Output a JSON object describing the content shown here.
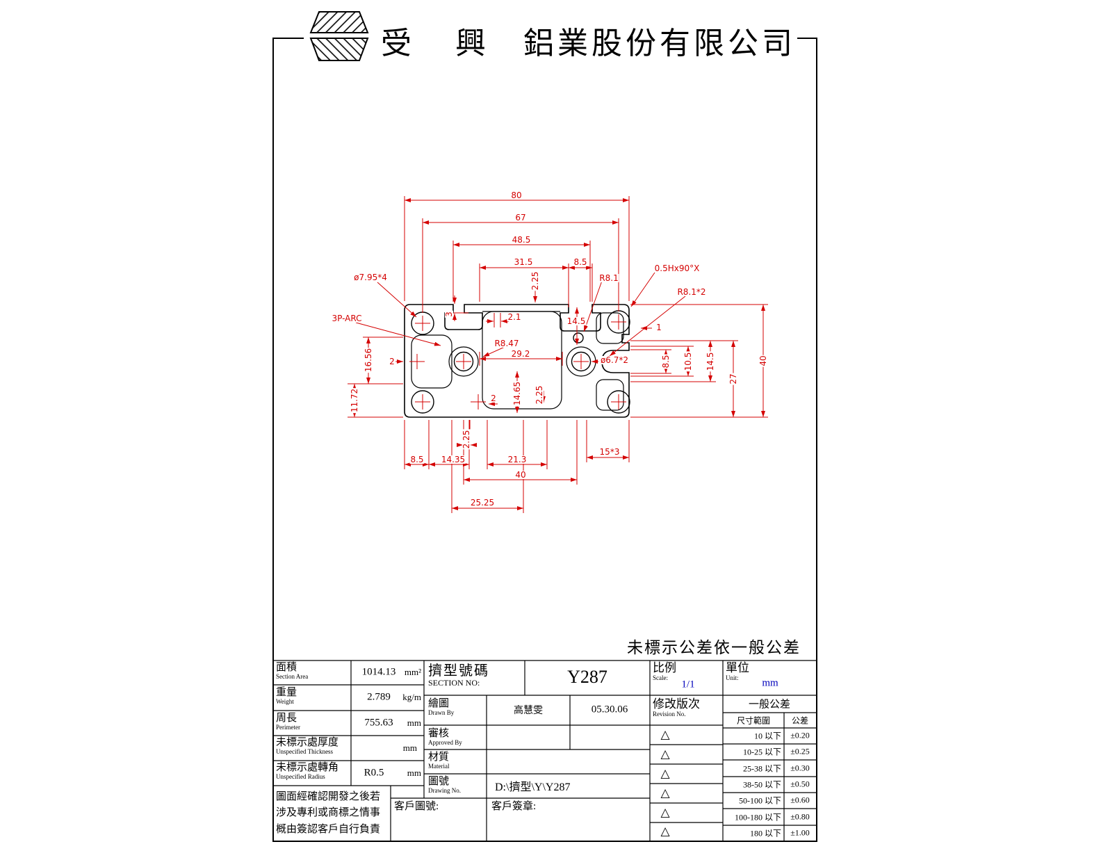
{
  "company": {
    "name_a": "受 興",
    "name_b": "鋁業股份有限公司"
  },
  "note": "未標示公差依一般公差",
  "drawing": {
    "dims": [
      {
        "t": "80"
      },
      {
        "t": "67"
      },
      {
        "t": "48.5"
      },
      {
        "t": "31.5"
      },
      {
        "t": "8.5"
      },
      {
        "t": "2.25"
      },
      {
        "t": "R8.1"
      },
      {
        "t": "0.5Hx90°X"
      },
      {
        "t": "R8.1*2"
      },
      {
        "t": "ø7.95*4"
      },
      {
        "t": "3P-ARC"
      },
      {
        "t": "3"
      },
      {
        "t": "2.1"
      },
      {
        "t": "14.5"
      },
      {
        "t": "1"
      },
      {
        "t": "R8.47"
      },
      {
        "t": "29.2"
      },
      {
        "t": "ø6.7*2"
      },
      {
        "t": "8.5"
      },
      {
        "t": "10.5"
      },
      {
        "t": "14.5"
      },
      {
        "t": "27"
      },
      {
        "t": "40"
      },
      {
        "t": "16.56"
      },
      {
        "t": "2"
      },
      {
        "t": "11.72"
      },
      {
        "t": "2"
      },
      {
        "t": "14.65"
      },
      {
        "t": "2.25"
      },
      {
        "t": "2.25"
      },
      {
        "t": "8.5"
      },
      {
        "t": "14.35"
      },
      {
        "t": "21.3"
      },
      {
        "t": "15*3"
      },
      {
        "t": "40"
      },
      {
        "t": "25.25"
      }
    ]
  },
  "tb": {
    "rows": [
      {
        "zh": "面積",
        "en": "Section Area",
        "value": "1014.13",
        "unit": "mm²"
      },
      {
        "zh": "重量",
        "en": "Weight",
        "value": "2.789",
        "unit": "kg/m"
      },
      {
        "zh": "周長",
        "en": "Perimeter",
        "value": "755.63",
        "unit": "mm"
      },
      {
        "zh": "未標示處厚度",
        "en": "Unspecified Thickness",
        "value": "",
        "unit": "mm"
      },
      {
        "zh": "未標示處轉角",
        "en": "Unspecified Radius",
        "value": "R0.5",
        "unit": "mm"
      }
    ],
    "disclaimer": "圖面經確認開發之後若涉及專利或商標之情事概由簽認客戶自行負責",
    "section_zh": "擠型號碼",
    "section_en": "SECTION NO:",
    "section_value": "Y287",
    "drawn_zh": "繪圖",
    "drawn_en": "Drawn By",
    "drawn_name": "高慧雯",
    "drawn_date": "05.30.06",
    "approved_zh": "審核",
    "approved_en": "Approved By",
    "material_zh": "材質",
    "material_en": "Material",
    "dwg_zh": "圖號",
    "dwg_en": "Drawing No.",
    "dwg_value": "D:\\擠型\\Y\\Y287",
    "customer_no": "客戶圖號:",
    "customer_sign": "客戶簽章:",
    "scale_zh": "比例",
    "scale_en": "Scale:",
    "scale_value": "1/1",
    "rev_zh": "修改版次",
    "rev_en": "Revision No.",
    "rev_marker": "△",
    "unit_zh": "單位",
    "unit_en": "Unit:",
    "unit_value": "mm",
    "tol_title": "一般公差",
    "tol_col_range": "尺寸範圍",
    "tol_col_tol": "公差",
    "tolerances": [
      {
        "range": "10 以下",
        "tol": "±0.20"
      },
      {
        "range": "10-25 以下",
        "tol": "±0.25"
      },
      {
        "range": "25-38 以下",
        "tol": "±0.30"
      },
      {
        "range": "38-50 以下",
        "tol": "±0.50"
      },
      {
        "range": "50-100 以下",
        "tol": "±0.60"
      },
      {
        "range": "100-180 以下",
        "tol": "±0.80"
      },
      {
        "range": "180 以下",
        "tol": "±1.00"
      }
    ]
  }
}
